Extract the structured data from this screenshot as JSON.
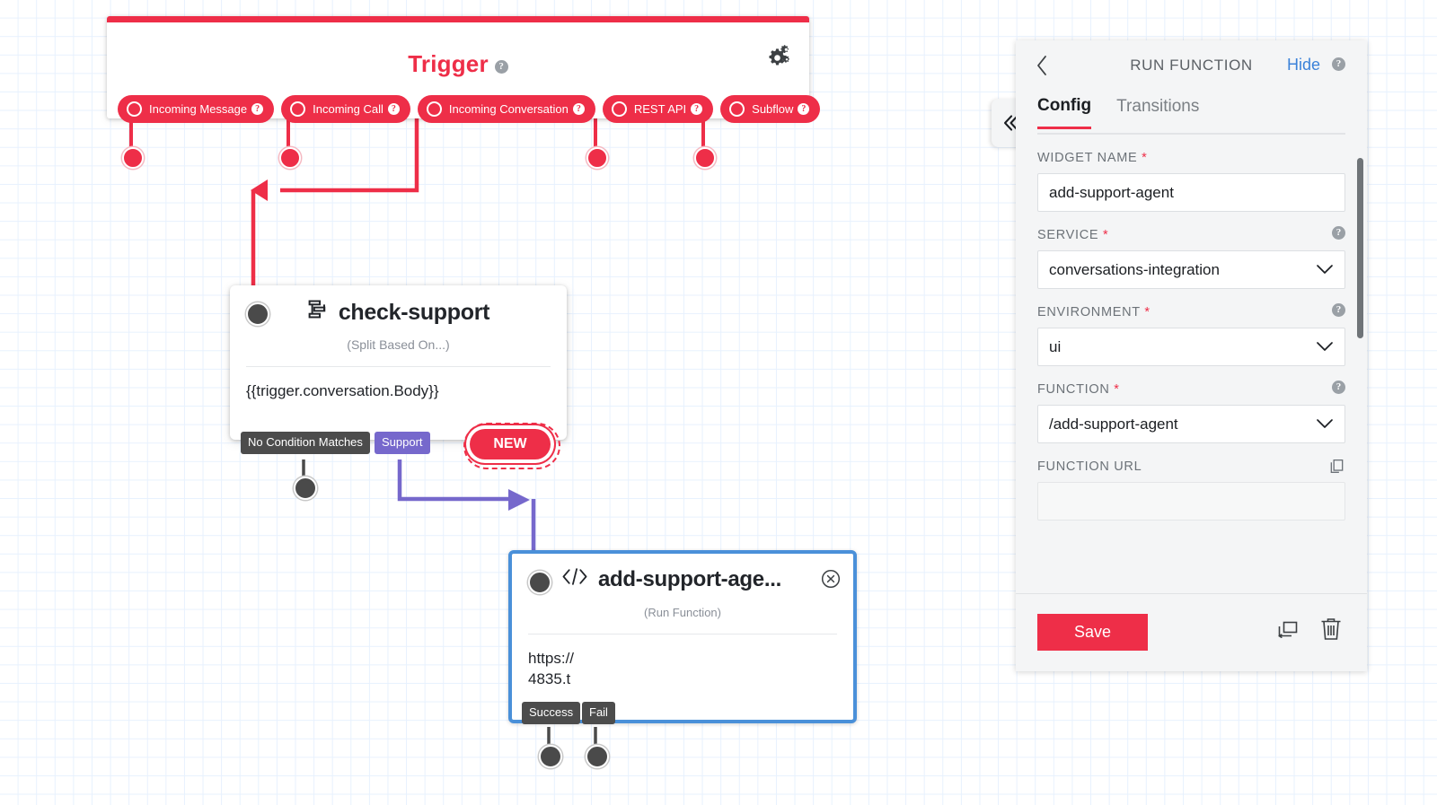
{
  "trigger": {
    "title": "Trigger",
    "help_glyph": "?",
    "gear_icon": "gears-icon",
    "pills": [
      {
        "label": "Incoming Message"
      },
      {
        "label": "Incoming Call"
      },
      {
        "label": "Incoming Conversation"
      },
      {
        "label": "REST API"
      },
      {
        "label": "Subflow"
      }
    ]
  },
  "nodes": {
    "check_support": {
      "title": "check-support",
      "subtitle": "(Split Based On...)",
      "body": "{{trigger.conversation.Body}}",
      "icon": "split-based-on-icon",
      "outputs": [
        {
          "label": "No Condition Matches",
          "style": "dark"
        },
        {
          "label": "Support",
          "style": "purple"
        },
        {
          "label": "NEW",
          "style": "new"
        }
      ]
    },
    "add_support_agent": {
      "title": "add-support-age...",
      "subtitle": "(Run Function)",
      "body_line1": "https://",
      "body_line2": "4835.t",
      "icon": "code-brackets-icon",
      "close_icon": "close-circle-icon",
      "outputs": [
        {
          "label": "Success",
          "style": "dark"
        },
        {
          "label": "Fail",
          "style": "dark"
        }
      ]
    }
  },
  "panel": {
    "back_icon": "chevron-left-icon",
    "title": "RUN FUNCTION",
    "hide_label": "Hide",
    "collapse_icon": "double-chevron-left-icon",
    "tabs": [
      {
        "label": "Config",
        "active": true
      },
      {
        "label": "Transitions",
        "active": false
      }
    ],
    "fields": [
      {
        "label": "WIDGET NAME",
        "required": true,
        "value": "add-support-agent",
        "control": "text",
        "help": false
      },
      {
        "label": "SERVICE",
        "required": true,
        "value": "conversations-integration",
        "control": "select",
        "help": true
      },
      {
        "label": "ENVIRONMENT",
        "required": true,
        "value": "ui",
        "control": "select",
        "help": true
      },
      {
        "label": "FUNCTION",
        "required": true,
        "value": "/add-support-agent",
        "control": "select",
        "help": true
      },
      {
        "label": "FUNCTION URL",
        "required": false,
        "value": "",
        "control": "text",
        "help": false,
        "help_icon": "copy-icon"
      }
    ],
    "save_label": "Save",
    "duplicate_icon": "duplicate-icon",
    "delete_icon": "trash-icon"
  },
  "colors": {
    "brand_red": "#ee2e48",
    "purple": "#7668cc",
    "selected_blue": "#4a90d9",
    "dark_tab": "#4c4c4c",
    "link_blue": "#3b82d9"
  }
}
